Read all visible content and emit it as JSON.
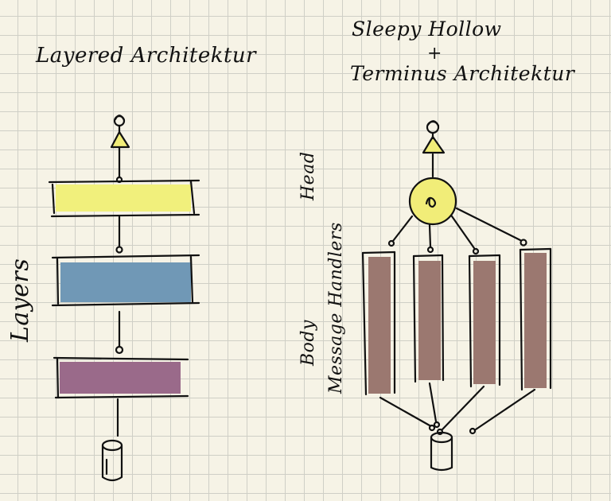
{
  "colors": {
    "layer_yellow": "#f1f07c",
    "layer_blue": "#7098b6",
    "layer_purple": "#9a6a8a",
    "head_yellow": "#f1ed78",
    "handler_brown": "#9b7870",
    "ink": "#111111",
    "paper": "#f6f3e6",
    "grid": "#cfcfc6"
  },
  "left_diagram": {
    "title": "Layered Architektur",
    "side_label": "Layers",
    "layers": [
      "yellow-layer",
      "blue-layer",
      "purple-layer"
    ],
    "top_icon": "user-icon",
    "bottom_icon": "database-icon"
  },
  "right_diagram": {
    "title_line1": "Sleepy Hollow",
    "title_plus": "+",
    "title_line2": "Terminus Architektur",
    "head_label": "Head",
    "body_label": "Body",
    "handlers_label": "Message Handlers",
    "handler_count": 4,
    "top_icon": "user-icon",
    "bottom_icon": "database-icon"
  }
}
